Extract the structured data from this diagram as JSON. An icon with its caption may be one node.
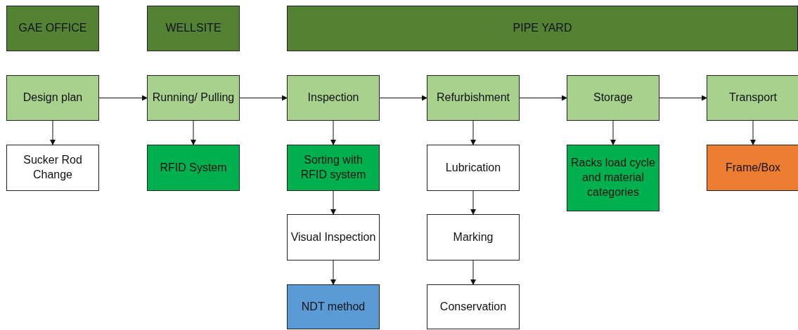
{
  "diagram": {
    "nodes": [
      {
        "text": [
          "GAE OFFICE"
        ]
      },
      {
        "text": [
          "WELLSITE"
        ]
      },
      {
        "text": [
          "PIPE YARD"
        ]
      },
      {
        "text": [
          "Design plan"
        ]
      },
      {
        "text": [
          "Running/ Pulling"
        ]
      },
      {
        "text": [
          "Inspection"
        ]
      },
      {
        "text": [
          "Refurbishment"
        ]
      },
      {
        "text": [
          "Storage"
        ]
      },
      {
        "text": [
          "Transport"
        ]
      },
      {
        "text": [
          "Sucker Rod Change"
        ]
      },
      {
        "text": [
          "RFID System"
        ]
      },
      {
        "text": [
          "Sorting with RFID system"
        ]
      },
      {
        "text": [
          "Lubrication"
        ]
      },
      {
        "text": [
          "Racks load cycle and material categories"
        ]
      },
      {
        "text": [
          "Frame/Box"
        ]
      },
      {
        "text": [
          "Visual Inspection"
        ]
      },
      {
        "text": [
          "Marking"
        ]
      },
      {
        "text": [
          "NDT method"
        ]
      },
      {
        "text": [
          "Conservation"
        ]
      }
    ],
    "edges": [
      {
        "from": 3,
        "to": 4,
        "arrow": "to"
      },
      {
        "from": 4,
        "to": 5,
        "arrow": "to"
      },
      {
        "from": 5,
        "to": 6,
        "arrow": "to"
      },
      {
        "from": 6,
        "to": 7,
        "arrow": "to"
      },
      {
        "from": 7,
        "to": 8,
        "arrow": "to"
      },
      {
        "from": 3,
        "to": 9,
        "arrow": "to"
      },
      {
        "from": 4,
        "to": 10,
        "arrow": "to"
      },
      {
        "from": 5,
        "to": 11,
        "arrow": "to"
      },
      {
        "from": 11,
        "to": 15,
        "arrow": "to"
      },
      {
        "from": 15,
        "to": 17,
        "arrow": "to"
      },
      {
        "from": 6,
        "to": 12,
        "arrow": "to"
      },
      {
        "from": 12,
        "to": 16,
        "arrow": "to"
      },
      {
        "from": 16,
        "to": 18,
        "arrow": "to"
      },
      {
        "from": 7,
        "to": 13,
        "arrow": "to"
      },
      {
        "from": 8,
        "to": 14,
        "arrow": "to"
      }
    ]
  }
}
